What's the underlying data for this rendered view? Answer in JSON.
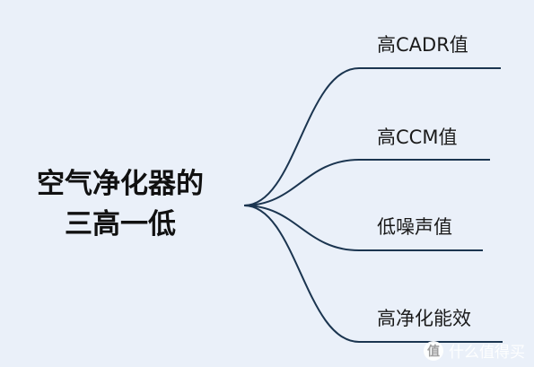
{
  "mindmap": {
    "root": {
      "line1": "空气净化器的",
      "line2": "三高一低"
    },
    "branches": [
      {
        "label": "高CADR值"
      },
      {
        "label": "高CCM值"
      },
      {
        "label": "低噪声值"
      },
      {
        "label": "高净化能效"
      }
    ],
    "colors": {
      "background": "#eaf0f9",
      "connector": "#1b3550"
    }
  },
  "watermark": {
    "icon": "值",
    "text": "什么值得买"
  }
}
